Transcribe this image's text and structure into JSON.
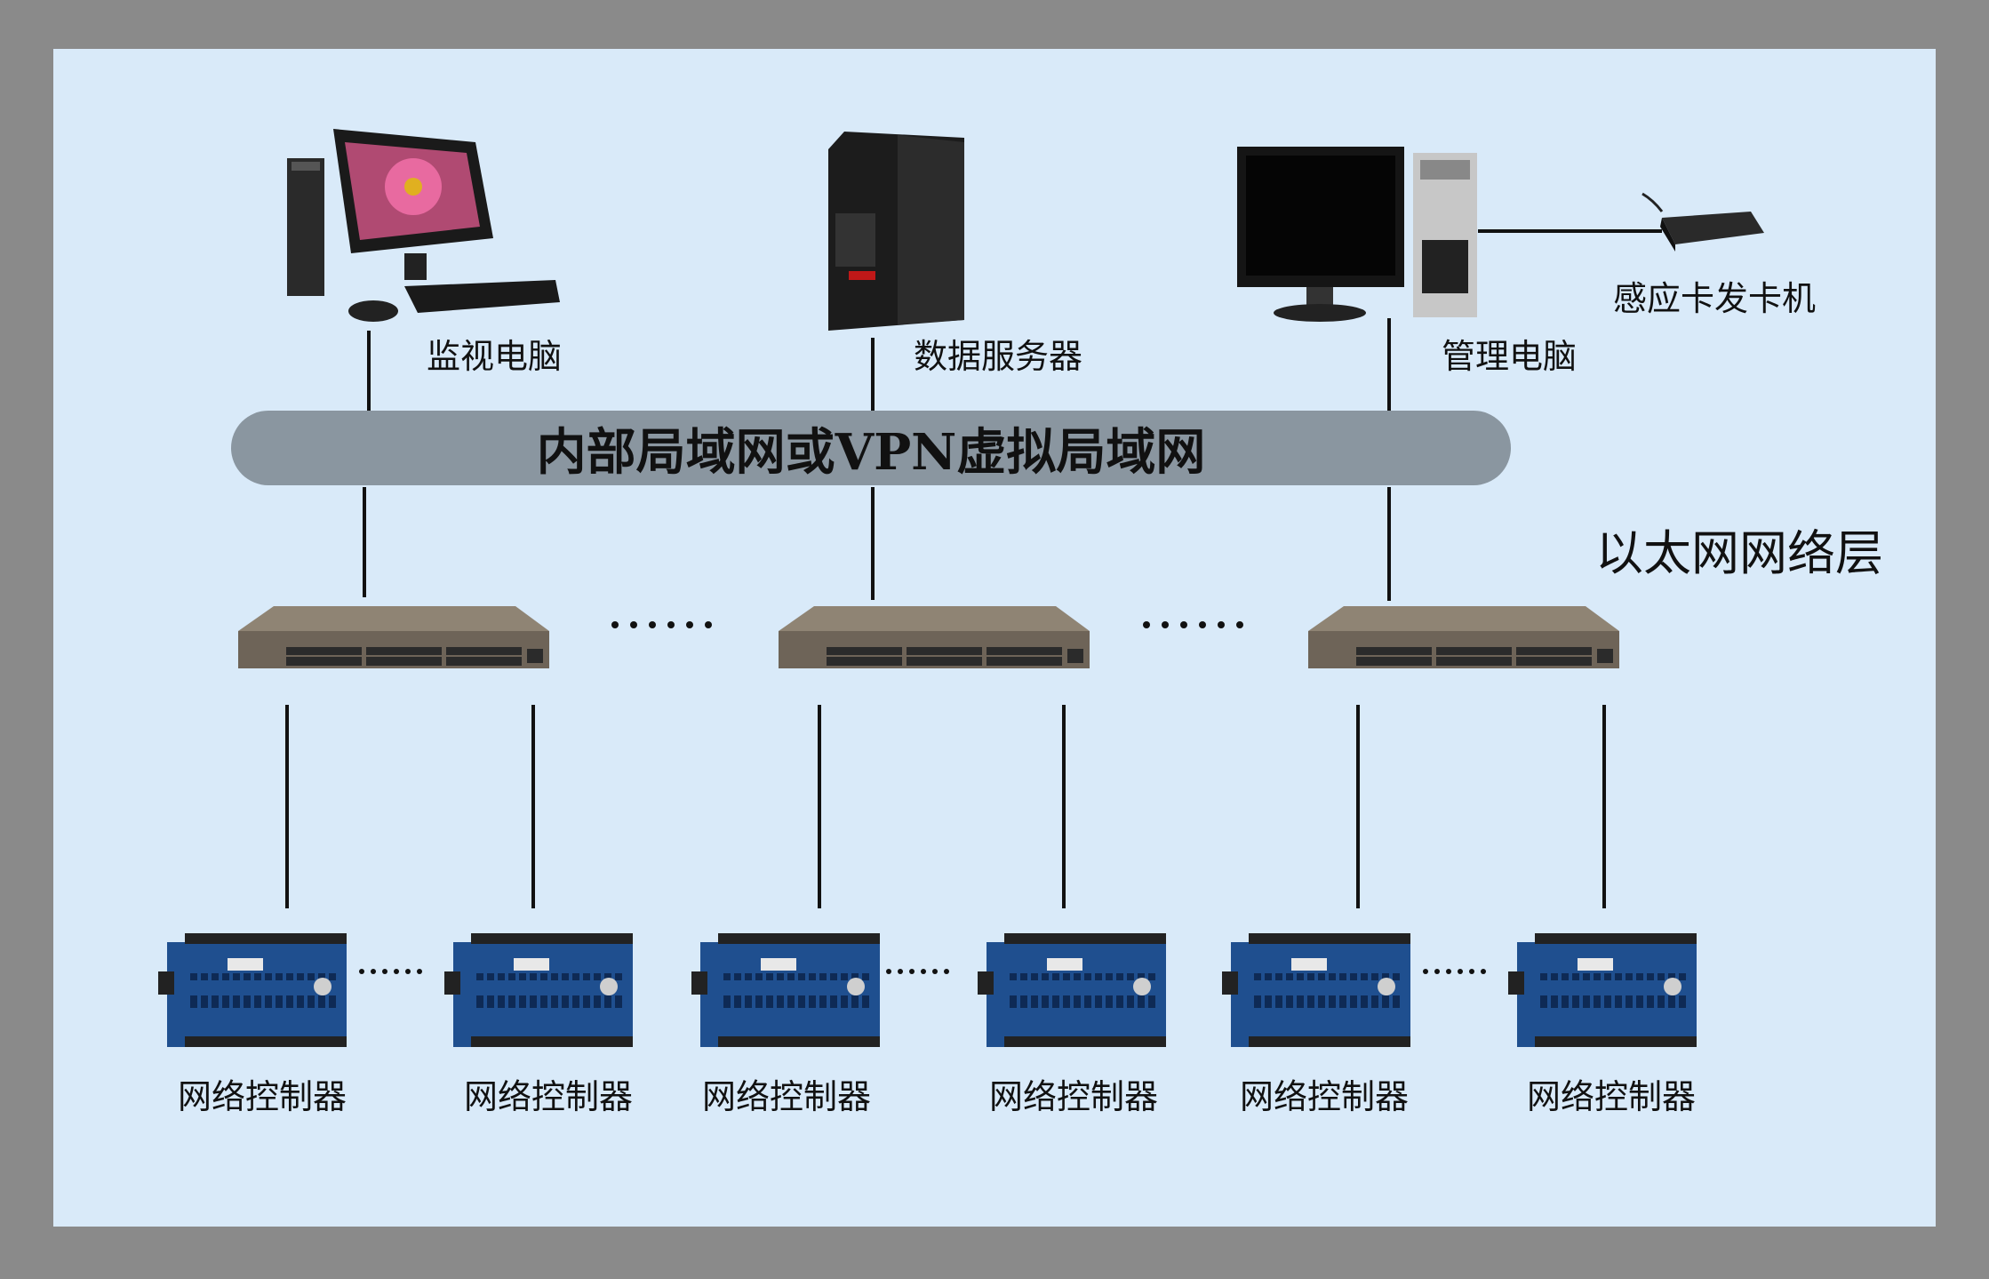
{
  "network": {
    "lan_label": "内部局域网或VPN虚拟局域网",
    "layer_label": "以太网网络层"
  },
  "devices": {
    "monitor_pc": "监视电脑",
    "data_server": "数据服务器",
    "admin_pc": "管理电脑",
    "card_issuer": "感应卡发卡机"
  },
  "controllers": [
    "网络控制器",
    "网络控制器",
    "网络控制器",
    "网络控制器",
    "网络控制器",
    "网络控制器"
  ],
  "colors": {
    "background": "#d9eaf9",
    "frame": "#8a8a8a",
    "lan_bar": "#8a96a0",
    "board": "#1f4f8f"
  }
}
